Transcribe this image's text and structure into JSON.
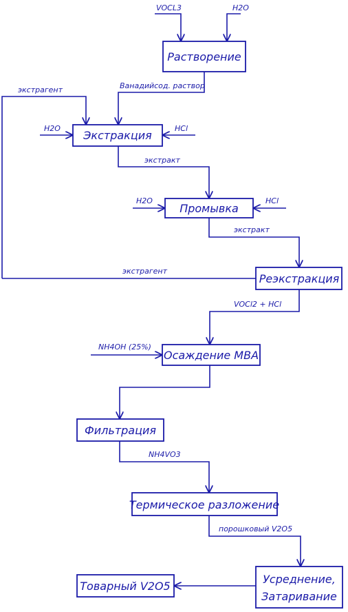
{
  "colors": {
    "stroke": "#1a1aa8",
    "background": "#ffffff"
  },
  "boxes": {
    "dissolution": "Растворение",
    "extraction": "Экстракция",
    "washing": "Промывка",
    "reextraction": "Реэкстракция",
    "precipitation": "Осаждение МВА",
    "filtration": "Фильтрация",
    "decomposition": "Термическое разложение",
    "averaging_line1": "Усреднение,",
    "averaging_line2": "Затаривание",
    "product": "Товарный V2O5"
  },
  "labels": {
    "vocl3": "VOCL3",
    "h2o_top": "H2O",
    "vanadium_solution": "Ванадийсод. раствор",
    "extractant_in": "экстрагент",
    "h2o_extraction": "H2O",
    "hcl_extraction": "HCl",
    "extract_1": "экстракт",
    "h2o_washing": "H2O",
    "hcl_washing": "HCl",
    "extract_2": "экстракт",
    "extractant_return": "экстрагент",
    "vocl2_hcl": "VOCl2 + HCl",
    "nh4oh": "NH4OH (25%)",
    "nh4vo3": "NH4VO3",
    "powder_v2o5": "порошковый V2O5"
  }
}
